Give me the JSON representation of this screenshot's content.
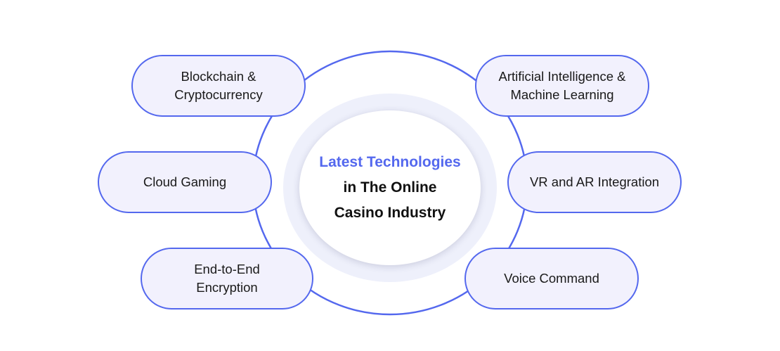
{
  "center": {
    "line1": "Latest Technologies",
    "line2": "in The Online",
    "line3": "Casino Industry"
  },
  "items": [
    {
      "line1": "Blockchain &",
      "line2": "Cryptocurrency"
    },
    {
      "line1": "Cloud Gaming",
      "line2": ""
    },
    {
      "line1": "End-to-End",
      "line2": "Encryption"
    },
    {
      "line1": "Artificial Intelligence &",
      "line2": "Machine Learning"
    },
    {
      "line1": "VR and AR Integration",
      "line2": ""
    },
    {
      "line1": "Voice Command",
      "line2": ""
    }
  ],
  "colors": {
    "accent": "#5468ee",
    "pill_fill": "#f2f1fd",
    "halo": "#eef0fb",
    "text": "#111111"
  }
}
